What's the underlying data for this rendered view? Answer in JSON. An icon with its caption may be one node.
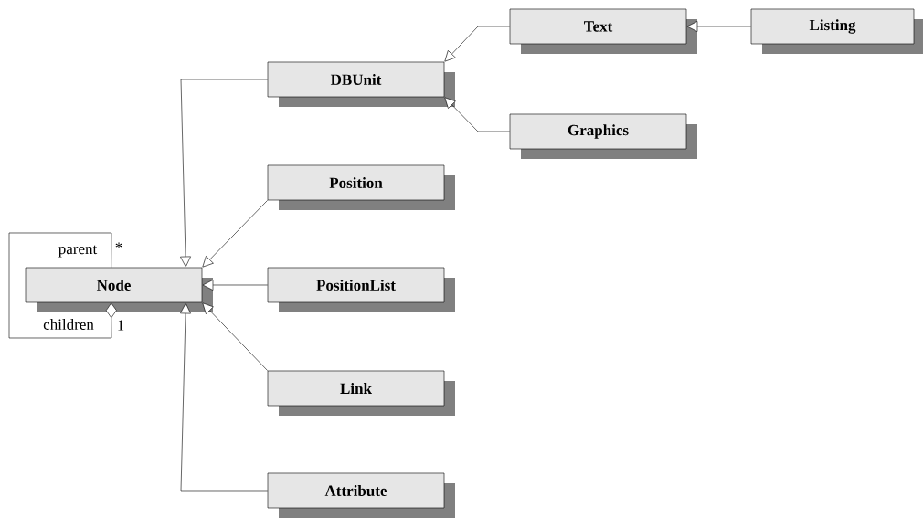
{
  "diagram": {
    "nodes": [
      {
        "text": [
          "Node"
        ]
      },
      {
        "text": [
          "DBUnit"
        ]
      },
      {
        "text": [
          "Text"
        ]
      },
      {
        "text": [
          "Listing"
        ]
      },
      {
        "text": [
          "Graphics"
        ]
      },
      {
        "text": [
          "Position"
        ]
      },
      {
        "text": [
          "PositionList"
        ]
      },
      {
        "text": [
          "Link"
        ]
      },
      {
        "text": [
          "Attribute"
        ]
      }
    ],
    "edges": [
      {
        "from": 0,
        "to": 0,
        "arrow": "other"
      },
      {
        "from": 1,
        "to": 0,
        "arrow": "to"
      },
      {
        "from": 2,
        "to": 1,
        "arrow": "to"
      },
      {
        "from": 3,
        "to": 2,
        "arrow": "to"
      },
      {
        "from": 4,
        "to": 1,
        "arrow": "to"
      },
      {
        "from": 5,
        "to": 0,
        "arrow": "to"
      },
      {
        "from": 6,
        "to": 0,
        "arrow": "to"
      },
      {
        "from": 7,
        "to": 0,
        "arrow": "to"
      },
      {
        "from": 8,
        "to": 0,
        "arrow": "to"
      }
    ],
    "labels": [
      "parent",
      "*",
      "children",
      "1"
    ]
  }
}
